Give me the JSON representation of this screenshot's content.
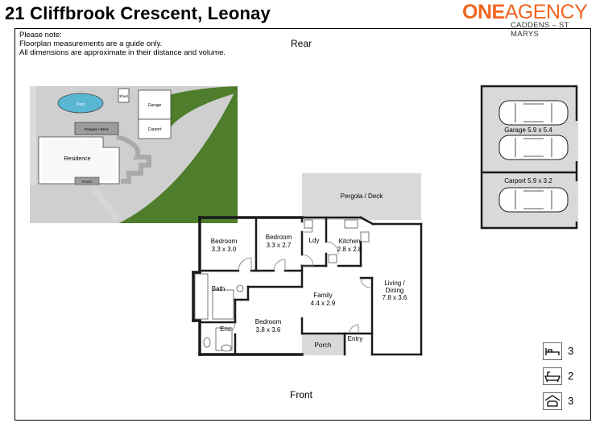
{
  "header": {
    "address": "21 Cliffbrook Crescent, Leonay"
  },
  "logo": {
    "word1": "ONE",
    "word2": "AGENCY",
    "tagline": "CADDENS – ST MARYS",
    "color": "#f26522"
  },
  "note": {
    "line1": "Please note:",
    "line2": "Floorplan measurements are a guide only.",
    "line3": "All dimensions are approximate in their distance and volume."
  },
  "orientation": {
    "rear": "Rear",
    "front": "Front"
  },
  "site_plan": {
    "pool": "Pool",
    "shed": "Shed",
    "garage": "Garage",
    "carport": "Carport",
    "pergola": "Pergola / Deck",
    "residence": "Residence",
    "porch": "Porch"
  },
  "rooms": {
    "pergola_deck": "Pergola / Deck",
    "bedroom1_name": "Bedroom",
    "bedroom1_size": "3.3 x 3.0",
    "bedroom2_name": "Bedroom",
    "bedroom2_size": "3.3 x 2.7",
    "laundry": "Ldy",
    "kitchen_name": "Kitchen",
    "kitchen_size": "2.8 x 2.8",
    "bath": "Bath",
    "family_name": "Family",
    "family_size": "4.4 x 2.9",
    "living_name": "Living /",
    "living_name2": "Dining",
    "living_size": "7.8 x 3.6",
    "bedroom3_name": "Bedroom",
    "bedroom3_size": "3.8 x 3.6",
    "ensuite": "Ens",
    "porch": "Porch",
    "entry": "Entry"
  },
  "outbuilding": {
    "garage": "Garage 5.9 x 5.4",
    "carport": "Carport 5.9 x 3.2"
  },
  "features": [
    {
      "icon": "bed-icon",
      "count": "3"
    },
    {
      "icon": "bath-icon",
      "count": "2"
    },
    {
      "icon": "car-icon",
      "count": "3"
    }
  ],
  "colors": {
    "lawn": "#4e7d2c",
    "paving": "#c8c8c8",
    "pool": "#5ab7d4",
    "wall": "#1a1a1a",
    "deck": "#d9d9d9"
  }
}
